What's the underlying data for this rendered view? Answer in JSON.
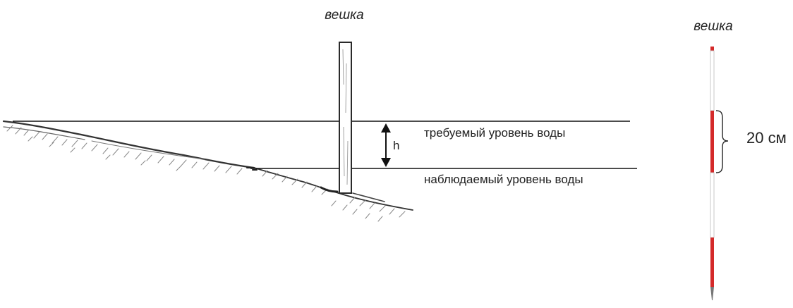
{
  "left_diagram": {
    "pole_label": "вешка",
    "required_level_label": "требуемый уровень воды",
    "observed_level_label": "наблюдаемый уровень воды",
    "height_label": "h"
  },
  "right_diagram": {
    "pole_label": "вешка",
    "segment_label": "20 см",
    "stripe_color": "#d42a2a"
  }
}
